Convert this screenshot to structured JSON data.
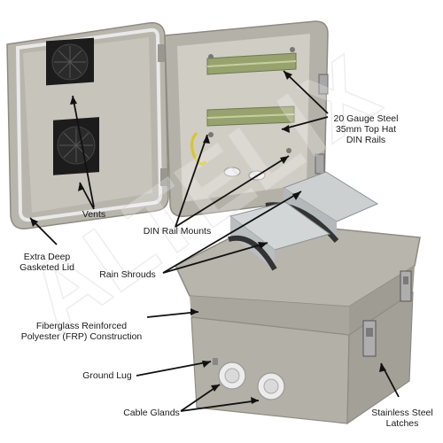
{
  "labels": {
    "din_rails": [
      "20 Gauge Steel",
      "35mm Top Hat",
      "DIN Rails"
    ],
    "vents": "Vents",
    "din_rail_mounts": "DIN Rail Mounts",
    "lid": [
      "Extra Deep",
      "Gasketed Lid"
    ],
    "rain_shrouds": "Rain Shrouds",
    "frp": [
      "Fiberglass Reinforced",
      "Polyester (FRP) Construction"
    ],
    "ground_lug": "Ground Lug",
    "cable_glands": "Cable Glands",
    "latches": [
      "Stainless Steel",
      "Latches"
    ]
  },
  "watermark": "ALTELIX",
  "colors": {
    "enclosure_body": "#b9b6ad",
    "enclosure_shadow": "#9e9b92",
    "interior": "#c9c6bd",
    "din_rail": "#8f9a6a",
    "fan_black": "#1c1c1c",
    "gasket": "#e8e8e8",
    "shroud": "#c4c8c9",
    "leader_line": "#111111"
  }
}
